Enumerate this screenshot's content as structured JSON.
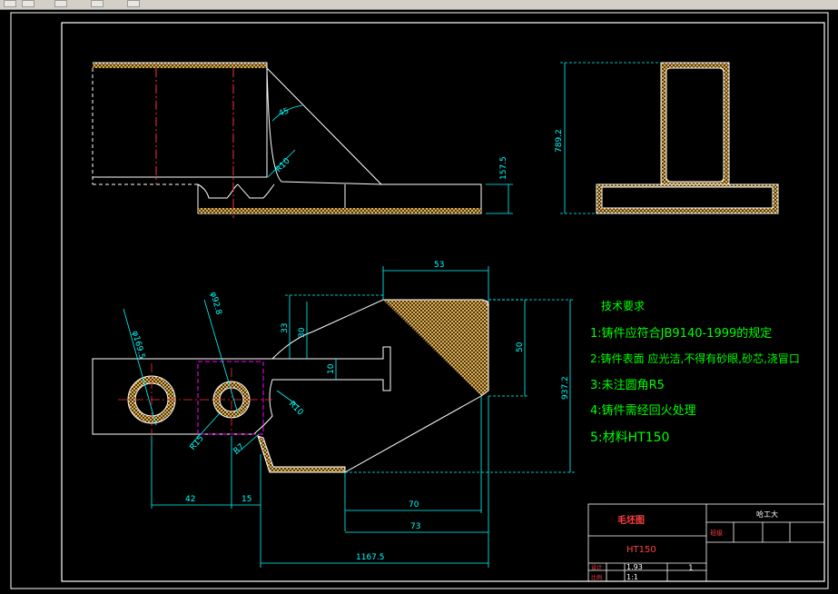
{
  "dimensions": {
    "d45": "45",
    "r10_top": "R10",
    "d157_5": "157.5",
    "d789_2": "789.2",
    "d53": "53",
    "d33": "33",
    "d30": "30",
    "d10": "10",
    "r10_plan": "R10",
    "d50": "50",
    "d937_2": "937.2",
    "dia169_5": "φ169.5",
    "dia92_8": "φ92.8",
    "r15": "R15",
    "r7": "R7",
    "d42": "42",
    "d15": "15",
    "d70": "70",
    "d73": "73",
    "d1167_5": "1167.5"
  },
  "notes": {
    "title": "技术要求",
    "items": [
      "1:铸件应符合JB9140-1999的规定",
      "2:铸件表面 应光洁,不得有砂眼,砂芯,浇冒口",
      "3:未注圆角R5",
      "4:铸件需经回火处理",
      "5:材料HT150"
    ]
  },
  "title_block": {
    "drawing_name": "毛坯图",
    "material": "HT150",
    "small_label": "设计",
    "scale_label": "比例",
    "scale_value": "1:1",
    "count_value": "1",
    "sheet_value": "1.93",
    "right_title": "哈工大",
    "right_sub": "班级"
  },
  "colors": {
    "background": "#000000",
    "outline": "#ffffff",
    "dimension": "#00ffff",
    "centerline": "#ff3030",
    "hidden": "#ff00ff",
    "notes_text": "#00ff00",
    "hatch": "#ffcc66",
    "title_text": "#ff4040"
  }
}
